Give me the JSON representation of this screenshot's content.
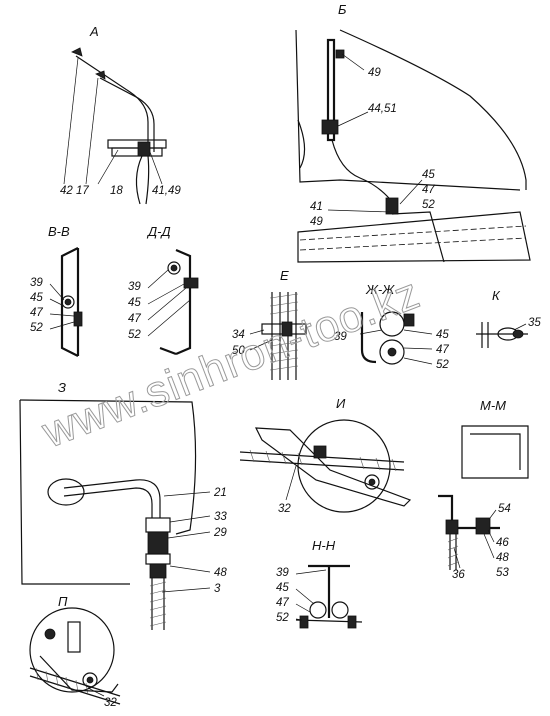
{
  "views": {
    "a": {
      "title": "А",
      "callouts": [
        "42",
        "17",
        "18",
        "41,49"
      ]
    },
    "b": {
      "title": "Б",
      "callouts": [
        "49",
        "44,51",
        "45",
        "47",
        "52",
        "41",
        "49"
      ]
    },
    "vv": {
      "title": "В-В",
      "callouts": [
        "39",
        "45",
        "47",
        "52"
      ]
    },
    "dd": {
      "title": "Д-Д",
      "callouts": [
        "39",
        "45",
        "47",
        "52"
      ]
    },
    "e": {
      "title": "Е",
      "callouts": [
        "34",
        "50"
      ]
    },
    "zhzh": {
      "title": "Ж-Ж",
      "callouts": [
        "45",
        "47",
        "52",
        "39"
      ]
    },
    "k": {
      "title": "К",
      "callouts": [
        "35"
      ]
    },
    "z": {
      "title": "З",
      "callouts": [
        "21",
        "33",
        "29",
        "48",
        "3"
      ]
    },
    "i": {
      "title": "И",
      "callouts": [
        "32"
      ]
    },
    "mm": {
      "title": "М-М",
      "callouts": [
        "54",
        "46",
        "48",
        "53",
        "36"
      ]
    },
    "nn": {
      "title": "Н-Н",
      "callouts": [
        "39",
        "45",
        "47",
        "52"
      ]
    },
    "p": {
      "title": "П",
      "callouts": [
        "32"
      ]
    }
  },
  "watermark": "www.sinhron-too.kz",
  "colors": {
    "line": "#111111",
    "background": "#ffffff",
    "watermark": "#9a9a9a"
  }
}
